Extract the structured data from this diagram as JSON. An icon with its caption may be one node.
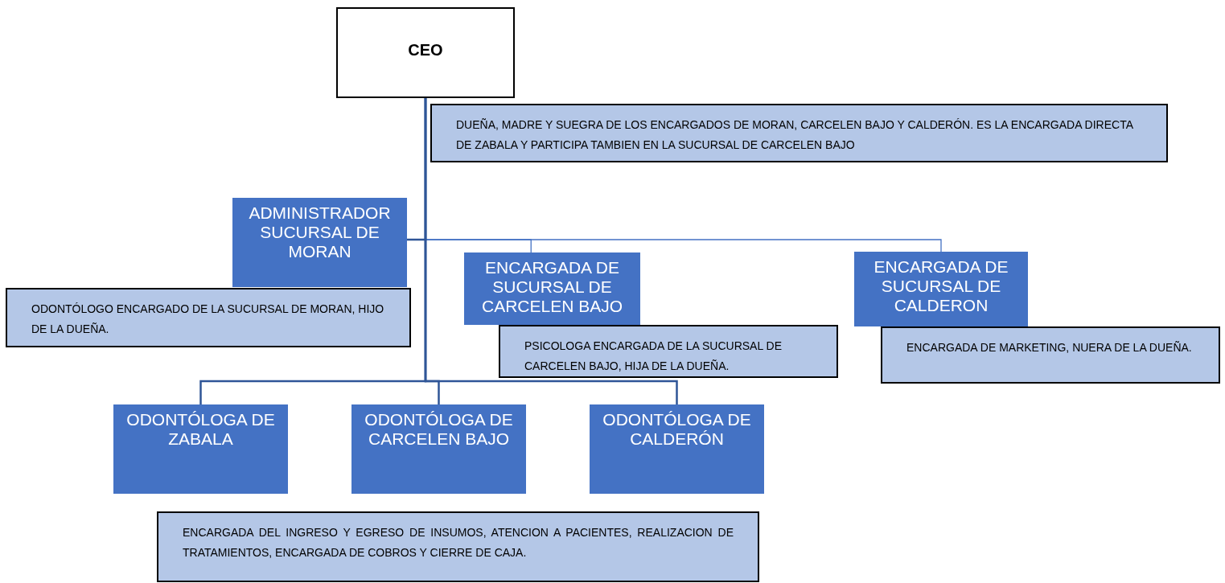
{
  "diagram": {
    "nodes": [
      {
        "text": [
          "CEO"
        ]
      },
      {
        "text": [
          "DUEÑA, MADRE Y SUEGRA DE LOS ENCARGADOS DE MORAN, CARCELEN BAJO Y CALDERÓN. ES LA ENCARGADA DIRECTA DE ZABALA Y PARTICIPA TAMBIEN EN LA SUCURSAL DE CARCELEN BAJO"
        ]
      },
      {
        "text": [
          "ADMINISTRADOR SUCURSAL DE MORAN"
        ]
      },
      {
        "text": [
          "ODONTÓLOGO ENCARGADO DE LA SUCURSAL DE MORAN, HIJO DE LA DUEÑA."
        ]
      },
      {
        "text": [
          "ENCARGADA DE SUCURSAL DE CARCELEN BAJO"
        ]
      },
      {
        "text": [
          "PSICOLOGA ENCARGADA DE LA SUCURSAL DE CARCELEN BAJO, HIJA DE LA DUEÑA."
        ]
      },
      {
        "text": [
          "ENCARGADA DE SUCURSAL DE CALDERON"
        ]
      },
      {
        "text": [
          "ENCARGADA DE MARKETING, NUERA DE LA DUEÑA."
        ]
      },
      {
        "text": [
          "ODONTÓLOGA DE ZABALA"
        ]
      },
      {
        "text": [
          "ODONTÓLOGA DE CARCELEN BAJO"
        ]
      },
      {
        "text": [
          "ODONTÓLOGA DE CALDERÓN"
        ]
      },
      {
        "text": [
          "ENCARGADA DEL INGRESO Y EGRESO DE INSUMOS, ATENCION A PACIENTES, REALIZACION DE TRATAMIENTOS, ENCARGADA DE COBROS Y CIERRE DE CAJA."
        ]
      }
    ],
    "edges": [
      {
        "from": 0,
        "to": 2,
        "arrow": "none"
      },
      {
        "from": 0,
        "to": 4,
        "arrow": "none",
        "color": "#4472c4"
      },
      {
        "from": 0,
        "to": 6,
        "arrow": "none",
        "color": "#4472c4"
      },
      {
        "from": 0,
        "to": 8,
        "arrow": "none"
      },
      {
        "from": 0,
        "to": 9,
        "arrow": "none"
      },
      {
        "from": 0,
        "to": 10,
        "arrow": "none"
      }
    ]
  }
}
